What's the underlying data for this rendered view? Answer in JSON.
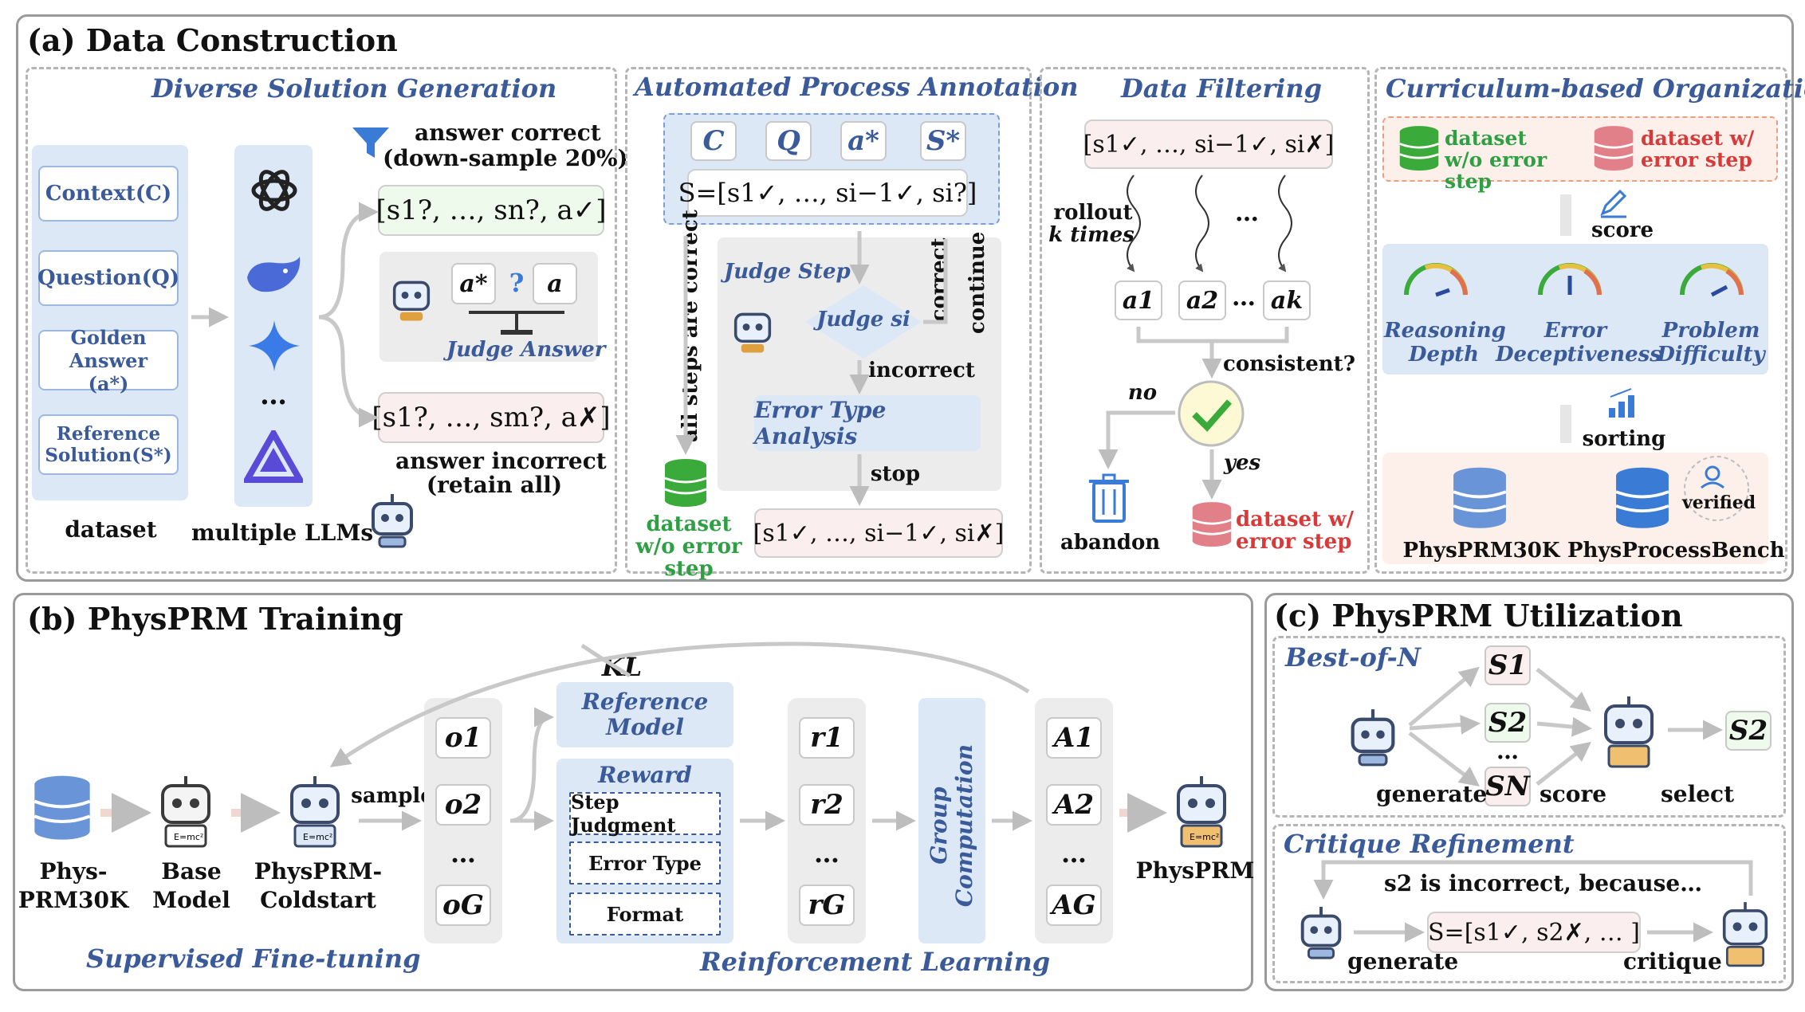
{
  "panel_a": {
    "title": "(a) Data Construction",
    "diverse": {
      "title": "Diverse Solution Generation",
      "dataset_items": [
        "Context(C)",
        "Question(Q)",
        "Golden Answer (a*)",
        "Reference Solution(S*)"
      ],
      "dataset_label": "dataset",
      "llms_label": "multiple LLMs",
      "llm_dots": "…",
      "correct_label": "answer correct",
      "correct_note": "(down-sample 20%)",
      "correct_seq": "[s1?, …, sn?, a✓]",
      "judge_a_star": "a*",
      "judge_q": "?",
      "judge_a": "a",
      "judge_label": "Judge Answer",
      "incorrect_seq": "[s1?, …, sm?, a✗]",
      "incorrect_label": "answer incorrect",
      "incorrect_note": "(retain all)"
    },
    "annotation": {
      "title": "Automated Process Annotation",
      "chips": [
        "C",
        "Q",
        "a*",
        "S*"
      ],
      "s_seq": "S=[s1✓, …, si−1✓, si?]",
      "all_correct": "all steps are correct",
      "judge_step": "Judge Step",
      "judge_si": "Judge si",
      "correct": "correct",
      "continue": "continue",
      "incorrect": "incorrect",
      "error_type": "Error Type Analysis",
      "stop": "stop",
      "dataset_wo": "dataset w/o error step",
      "out_seq": "[s1✓, …, si−1✓, si✗]"
    },
    "filtering": {
      "title": "Data Filtering",
      "seq": "[s1✓, …, si−1✓, si✗]",
      "rollout": "rollout",
      "k_times": "k times",
      "dots": "…",
      "answers": [
        "a1",
        "a2",
        "ak"
      ],
      "consistent": "consistent?",
      "no": "no",
      "yes": "yes",
      "abandon": "abandon",
      "dataset_w": "dataset w/ error step"
    },
    "curriculum": {
      "title": "Curriculum-based Organization",
      "dataset_wo": "dataset w/o error step",
      "dataset_w": "dataset w/ error step",
      "score": "score",
      "metrics": [
        "Reasoning Depth",
        "Error Deceptiveness",
        "Problem Difficulty"
      ],
      "sorting": "sorting",
      "out1": "PhysPRM30K",
      "out2": "PhysProcessBench",
      "verified": "verified"
    }
  },
  "panel_b": {
    "title": "(b) PhysPRM Training",
    "kl": "KL",
    "db_label": "Phys-PRM30K",
    "base_label": "Base Model",
    "coldstart_label": "PhysPRM-Coldstart",
    "sample": "sample",
    "outputs": [
      "o1",
      "o2",
      "…",
      "oG"
    ],
    "reference": "Reference Model",
    "reward": "Reward",
    "reward_items": [
      "Step Judgment",
      "Error Type",
      "Format"
    ],
    "rewards": [
      "r1",
      "r2",
      "…",
      "rG"
    ],
    "group": "Group Computation",
    "advantages": [
      "A1",
      "A2",
      "…",
      "AG"
    ],
    "final": "PhysPRM",
    "sft": "Supervised Fine-tuning",
    "rl": "Reinforcement Learning"
  },
  "panel_c": {
    "title": "(c) PhysPRM Utilization",
    "bon": {
      "title": "Best-of-N",
      "candidates": [
        "S1",
        "S2",
        "…",
        "SN"
      ],
      "selected": "S2",
      "generate": "generate",
      "score": "score",
      "select": "select"
    },
    "critique": {
      "title": "Critique Refinement",
      "feedback": "s2 is incorrect, because…",
      "seq": "S=[s1✓, s2✗, … ]",
      "generate": "generate",
      "critique": "critique"
    }
  },
  "colors": {
    "accent_blue": "#3a5a9a",
    "light_blue": "#dce8f5",
    "green": "#2ea043",
    "red": "#d83a3a",
    "db_blue": "#6a94d8",
    "db_green": "#3aaa3a",
    "db_pink": "#e2808a"
  }
}
